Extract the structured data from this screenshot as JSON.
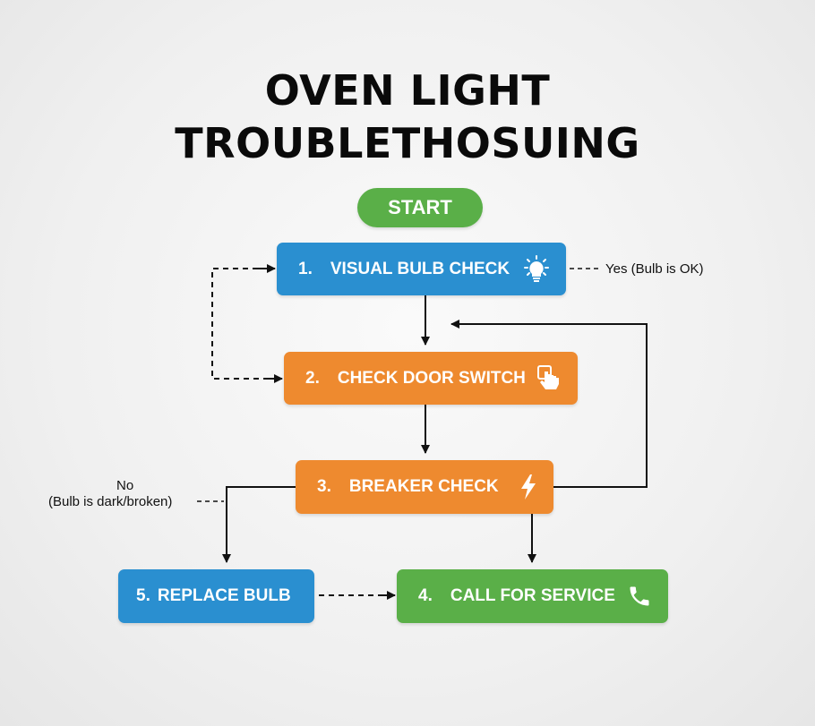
{
  "title": {
    "line1": "OVEN LIGHT",
    "line2": "TROUBLETHOSUING"
  },
  "start": {
    "label": "START",
    "color": "#5aaf48"
  },
  "steps": [
    {
      "number": "1.",
      "label": "VISUAL BULB CHECK",
      "icon": "lightbulb-icon",
      "color": "#2a8fd0"
    },
    {
      "number": "2.",
      "label": "CHECK DOOR SWITCH",
      "icon": "hand-pointer-icon",
      "color": "#ee8a2f"
    },
    {
      "number": "3.",
      "label": "BREAKER CHECK",
      "icon": "lightning-icon",
      "color": "#ee8a2f"
    },
    {
      "number": "4.",
      "label": "CALL FOR SERVICE",
      "icon": "phone-icon",
      "color": "#5aaf48"
    },
    {
      "number": "5.",
      "label": "REPLACE BULB",
      "icon": null,
      "color": "#2a8fd0"
    }
  ],
  "edge_labels": {
    "yes": "Yes (Bulb is OK)",
    "no_line1": "No",
    "no_line2": "(Bulb is dark/broken)"
  }
}
